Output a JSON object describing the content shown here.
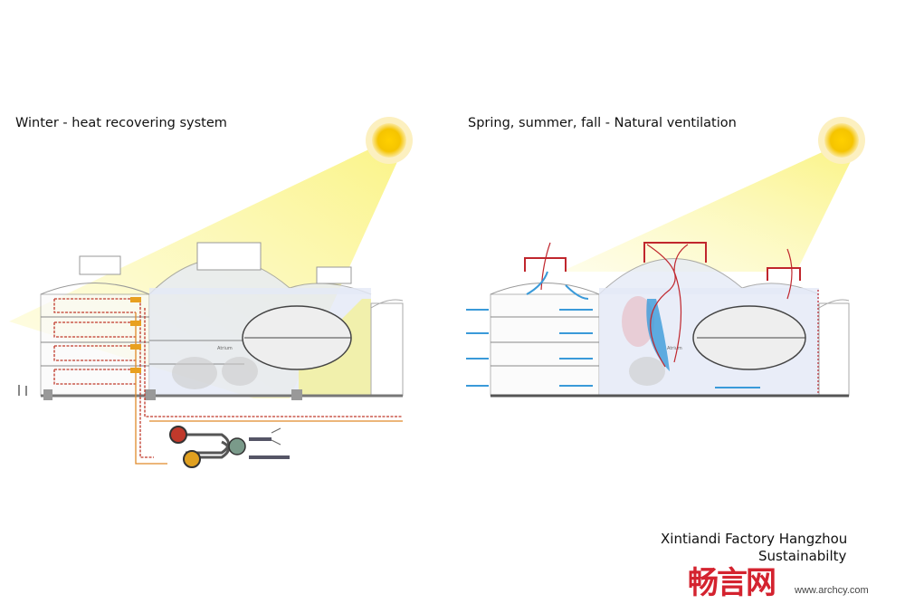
{
  "panels": [
    {
      "title": "Winter - heat recovering system",
      "atrium_label": "Atrium"
    },
    {
      "title": "Spring, summer, fall - Natural ventilation",
      "atrium_label": "Atrium"
    }
  ],
  "caption": {
    "project": "Xintiandi Factory Hangzhou",
    "subtitle": "Sustainabilty"
  },
  "watermark": {
    "logo_text": "畅言网",
    "url": "www.archcy.com"
  },
  "colors": {
    "sun": "#f5c400",
    "beam": "#fbf59a",
    "heat": "#c0392b",
    "air": "#3a9ad9",
    "roof_vent": "#c0262d"
  }
}
